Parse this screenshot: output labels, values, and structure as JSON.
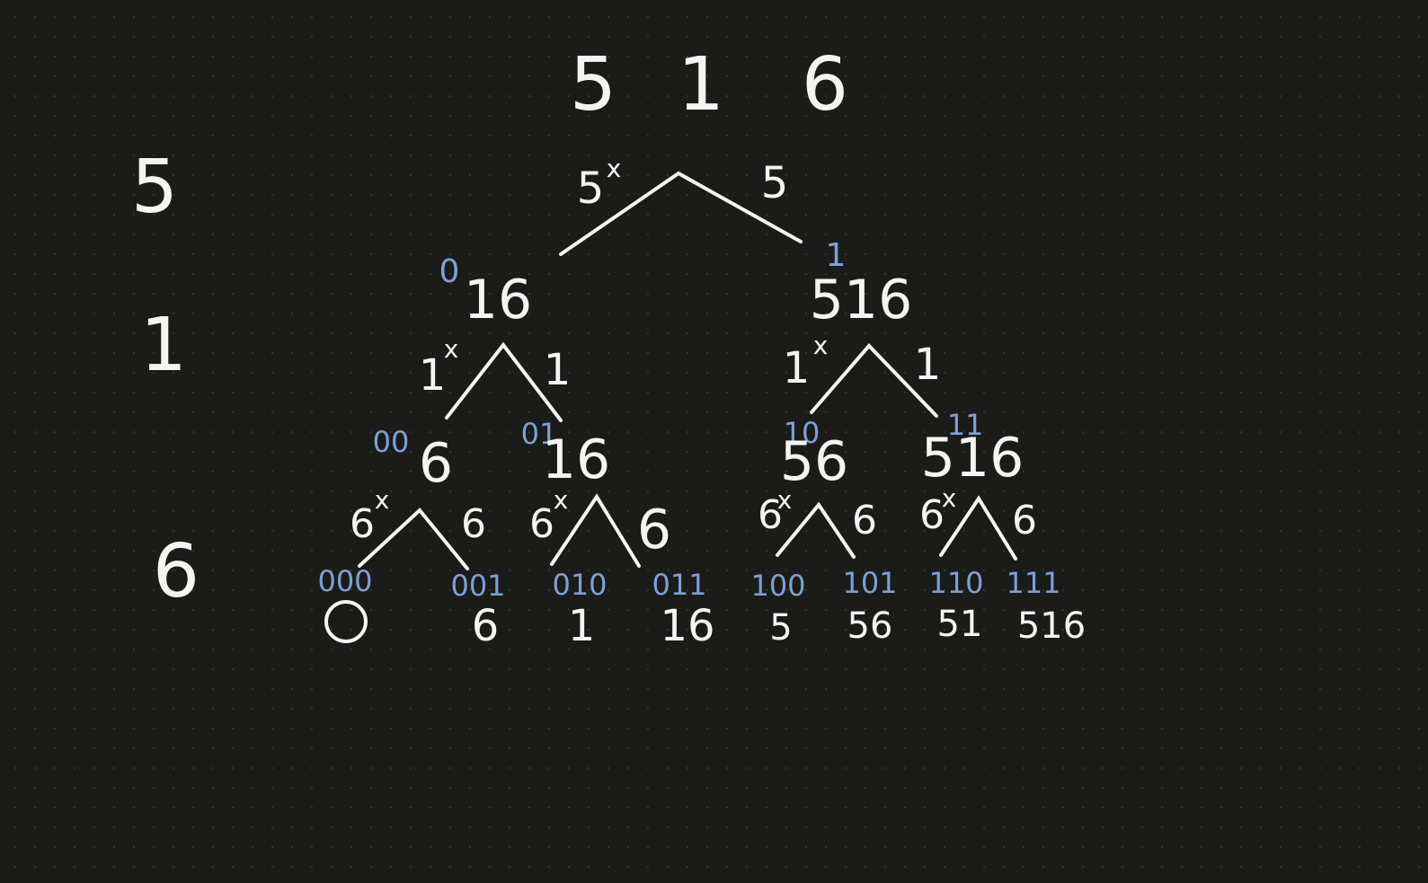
{
  "header_digits": [
    "5",
    "1",
    "6"
  ],
  "row_labels": [
    "5",
    "1",
    "6"
  ],
  "root": {
    "left_label": "5",
    "left_mark": "x",
    "right_label": "5"
  },
  "level1": {
    "left": {
      "code": "0",
      "value": "16",
      "left_label": "1",
      "left_mark": "x",
      "right_label": "1"
    },
    "right": {
      "code": "1",
      "value": "516",
      "left_label": "1",
      "left_mark": "x",
      "right_label": "1"
    }
  },
  "level2": [
    {
      "code": "00",
      "value": "6",
      "left_label": "6",
      "left_mark": "x",
      "right_label": "6"
    },
    {
      "code": "01",
      "value": "16",
      "left_label": "6",
      "left_mark": "x",
      "right_label": "6"
    },
    {
      "code": "10",
      "value": "56",
      "left_label": "6",
      "left_mark": "x",
      "right_label": "6"
    },
    {
      "code": "11",
      "value": "516",
      "left_label": "6",
      "left_mark": "x",
      "right_label": "6"
    }
  ],
  "leaves": [
    {
      "code": "000",
      "value": "",
      "empty_set_symbol": true
    },
    {
      "code": "001",
      "value": "6"
    },
    {
      "code": "010",
      "value": "1"
    },
    {
      "code": "011",
      "value": "16"
    },
    {
      "code": "100",
      "value": "5"
    },
    {
      "code": "101",
      "value": "56"
    },
    {
      "code": "110",
      "value": "51"
    },
    {
      "code": "111",
      "value": "516"
    }
  ]
}
